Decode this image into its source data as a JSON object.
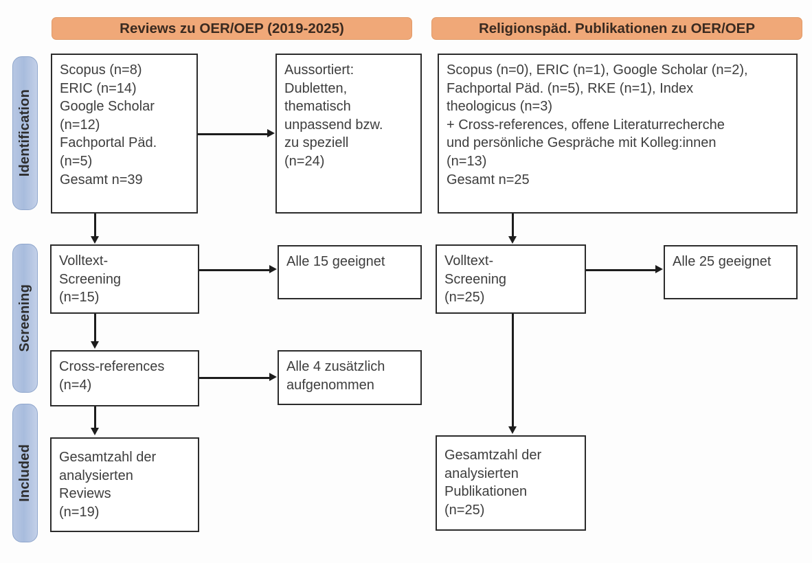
{
  "figure": {
    "type": "prisma-flow-diagram",
    "accent_orange": "#f0a878",
    "accent_blue": "#b0c2e0",
    "box_border": "#2b2b2b"
  },
  "phases": [
    {
      "label": "Identification"
    },
    {
      "label": "Screening"
    },
    {
      "label": "Included"
    }
  ],
  "columns": [
    {
      "header": "Reviews zu OER/OEP (2019-2025)"
    },
    {
      "header": "Religionspäd. Publikationen zu OER/OEP"
    }
  ],
  "left_column": {
    "identification_sources": {
      "lines": [
        "Scopus (n=8)",
        "ERIC (n=14)",
        "Google Scholar",
        "(n=12)",
        "Fachportal Päd.",
        "(n=5)",
        "Gesamt n=39"
      ]
    },
    "excluded": {
      "lines": [
        "Aussortiert:",
        "Dubletten,",
        "thematisch",
        "unpassend bzw.",
        "zu speziell",
        "(n=24)"
      ]
    },
    "screening": {
      "lines": [
        "Volltext-",
        "Screening",
        "(n=15)"
      ]
    },
    "screening_result": {
      "lines": [
        "Alle 15 geeignet"
      ]
    },
    "cross_references": {
      "lines": [
        "Cross-references",
        "(n=4)"
      ]
    },
    "cross_references_result": {
      "lines": [
        "Alle 4 zusätzlich",
        "aufgenommen"
      ]
    },
    "included": {
      "lines": [
        "Gesamtzahl der",
        "analysierten",
        "Reviews",
        "(n=19)"
      ]
    }
  },
  "right_column": {
    "identification_sources": {
      "lines": [
        "Scopus (n=0), ERIC (n=1), Google Scholar (n=2),",
        "Fachportal Päd. (n=5), RKE (n=1), Index",
        "theologicus (n=3)",
        "+ Cross-references, offene Literaturrecherche",
        "und persönliche Gespräche mit Kolleg:innen",
        "(n=13)",
        "Gesamt n=25"
      ]
    },
    "screening": {
      "lines": [
        "Volltext-",
        "Screening",
        "(n=25)"
      ]
    },
    "screening_result": {
      "lines": [
        "Alle 25 geeignet"
      ]
    },
    "included": {
      "lines": [
        "Gesamtzahl der",
        "analysierten",
        "Publikationen",
        "(n=25)"
      ]
    }
  }
}
